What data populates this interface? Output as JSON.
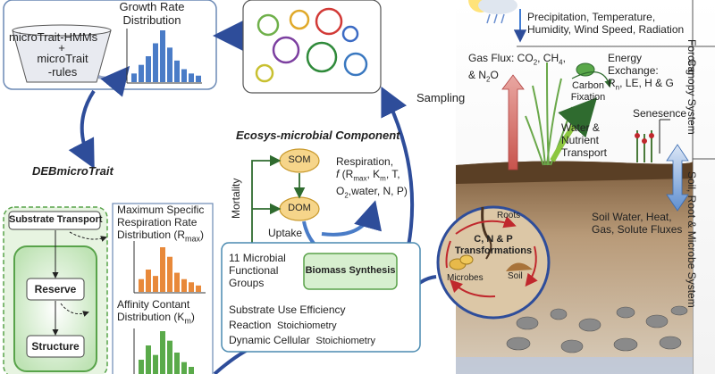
{
  "top_left": {
    "growth_rate_line1": "Growth Rate",
    "growth_rate_line2": "Distribution",
    "hmms": "microTrait-HMMs",
    "plus": "+",
    "rules_line1": "microTrait",
    "rules_line2": "-rules"
  },
  "debmicrotrait": {
    "title": "DEBmicroTrait",
    "substrate_transport": "Substrate Transport",
    "reserve": "Reserve",
    "structure": "Structure",
    "rmax_line1": "Maximum Specific",
    "rmax_line2": "Respiration Rate",
    "rmax_line3": "Distribution (R",
    "rmax_sub": "max",
    "rmax_end": ")",
    "km_line1": "Affinity Contant",
    "km_line2": "Distribution (K",
    "km_sub": "m",
    "km_end": ")"
  },
  "ecosys": {
    "title": "Ecosys-microbial Component",
    "som": "SOM",
    "dom": "DOM",
    "mortality": "Mortality",
    "uptake": "Uptake",
    "resp_line1": "Respiration,",
    "resp_line2_a": "f",
    "resp_line2_b": " (R",
    "resp_sub_max": "max",
    "resp_line2_c": ", K",
    "resp_sub_m": "m",
    "resp_line2_d": ", T,",
    "resp_line3_a": "O",
    "resp_sub_2": "2",
    "resp_line3_b": ",water, N, P)",
    "groups_line1": "11 Microbial",
    "groups_line2": "Functional",
    "groups_line3": "Groups",
    "biomass": "Biomass Synthesis",
    "sue": "Substrate Use Efficiency",
    "reaction_bold": "Reaction",
    "reaction_rest": "Stoichiometry",
    "dynamic_bold": "Dynamic Cellular",
    "dynamic_rest": "Stoichiometry"
  },
  "sampling": "Sampling",
  "circle_panel": {
    "title": "C, N & P",
    "title2": "Transformations",
    "roots": "Roots",
    "microbes": "Microbes",
    "soil": "Soil"
  },
  "right": {
    "forcing_text_line1": "Precipitation, Temperature,",
    "forcing_text_line2": "Humidity, Wind Speed, Radiation",
    "gas_flux_line1_a": "Gas Flux: CO",
    "gas_flux_sub1": "2",
    "gas_flux_line1_b": ", CH",
    "gas_flux_sub2": "4",
    "gas_flux_line1_c": ",",
    "gas_flux_line2_a": "& N",
    "gas_flux_sub3": "2",
    "gas_flux_line2_b": "O",
    "energy_line1": "Energy",
    "energy_line2": "Exchange:",
    "energy_line3_a": "R",
    "energy_sub": "n",
    "energy_line3_b": ", LE, H & G",
    "carbon_line1": "Carbon",
    "carbon_line2": "Fixation",
    "water_line1": "Water &",
    "water_line2": "Nutrient",
    "water_line3": "Transport",
    "senesence": "Senesence",
    "soil_line1": "Soil Water, Heat,",
    "soil_line2": "Gas, Solute Fluxes",
    "label_forcing": "Forcing",
    "label_canopy": "Canopy System",
    "label_soil": "Soil, Root & Microbe System"
  },
  "chart_data": [
    {
      "type": "bar",
      "title": "Growth Rate Distribution",
      "values": [
        2,
        4,
        6,
        9,
        12,
        8,
        5,
        3,
        2,
        1.5
      ],
      "colors": [
        "#4a7cc7"
      ]
    },
    {
      "type": "bar",
      "title": "Maximum Specific Respiration Rate Distribution (Rmax)",
      "values": [
        2,
        3.5,
        2.5,
        7,
        5.5,
        3,
        2,
        1.5,
        1
      ],
      "colors": [
        "#e8893a"
      ]
    },
    {
      "type": "bar",
      "title": "Affinity Contant Distribution (Km)",
      "values": [
        3,
        6,
        4,
        9,
        7,
        4.5,
        2.5,
        1.5
      ],
      "colors": [
        "#5aaa4a"
      ]
    }
  ]
}
